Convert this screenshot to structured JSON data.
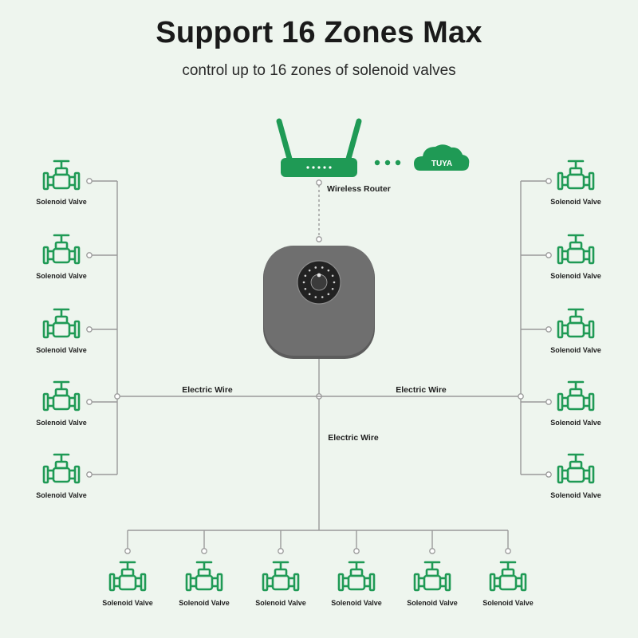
{
  "header": {
    "title": "Support 16 Zones Max",
    "subtitle": "control up to 16 zones of solenoid valves"
  },
  "network": {
    "router_label": "Wireless Router",
    "cloud_label": "TUYA",
    "router_icon": "wifi-router-icon",
    "cloud_icon": "cloud-icon"
  },
  "controller": {
    "icon": "irrigation-controller-icon"
  },
  "wires": {
    "left_label": "Electric Wire",
    "right_label": "Electric Wire",
    "center_label": "Electric Wire"
  },
  "valves": {
    "label": "Solenoid Valve",
    "icon": "solenoid-valve-icon",
    "left_count": 5,
    "right_count": 5,
    "bottom_count": 6
  },
  "colors": {
    "accent": "#1f9a55",
    "background": "#eef5ee",
    "wire": "#9a9a9a",
    "device": "#6f6f6f"
  }
}
